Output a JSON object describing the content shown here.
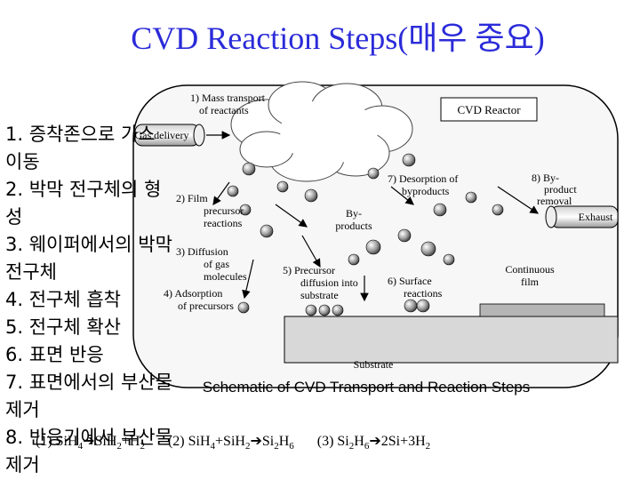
{
  "title": "CVD Reaction Steps(매우 중요)",
  "steps": [
    "1. 증착존으로 가스 이동",
    "2. 박막 전구체의 형성",
    "3. 웨이퍼에서의 박막 전구체",
    "4. 전구체 흡착",
    "5. 전구체 확산",
    "6. 표면 반응",
    "7. 표면에서의 부산물 제거",
    "8. 반응기에서 부산물 제거"
  ],
  "diagram": {
    "reactor_label": "CVD Reactor",
    "gas_delivery": "Gas delivery",
    "exhaust": "Exhaust",
    "substrate": "Substrate",
    "caption": "Schematic of CVD Transport and Reaction Steps",
    "step1": [
      "1)  Mass transport",
      "of reactants"
    ],
    "step2": [
      "2)  Film",
      "precursor",
      "reactions"
    ],
    "step3": [
      "3)  Diffusion",
      "of gas",
      "molecules"
    ],
    "step4": [
      "4)  Adsorption",
      "of precursors"
    ],
    "step5": [
      "5)  Precursor",
      "diffusion into",
      "substrate"
    ],
    "step6": [
      "6)  Surface",
      "reactions"
    ],
    "step7": [
      "7)  Desorption of",
      "byproducts"
    ],
    "step8": [
      "8)  By-",
      "product",
      "removal"
    ],
    "byproducts": [
      "By-",
      "products"
    ],
    "continuous_film": [
      "Continuous",
      "film"
    ]
  },
  "equations": {
    "eq1": [
      "(1) SiH",
      "4",
      " ",
      "Si",
      "H",
      "2",
      "+H",
      "2"
    ],
    "eq2": [
      "(2) SiH",
      "4",
      "+SiH",
      "2",
      " ",
      "Si",
      "2",
      "H",
      "6"
    ],
    "eq3": [
      "(3) Si",
      "2",
      "H",
      "6",
      " ",
      "2Si+3H",
      "2"
    ]
  }
}
